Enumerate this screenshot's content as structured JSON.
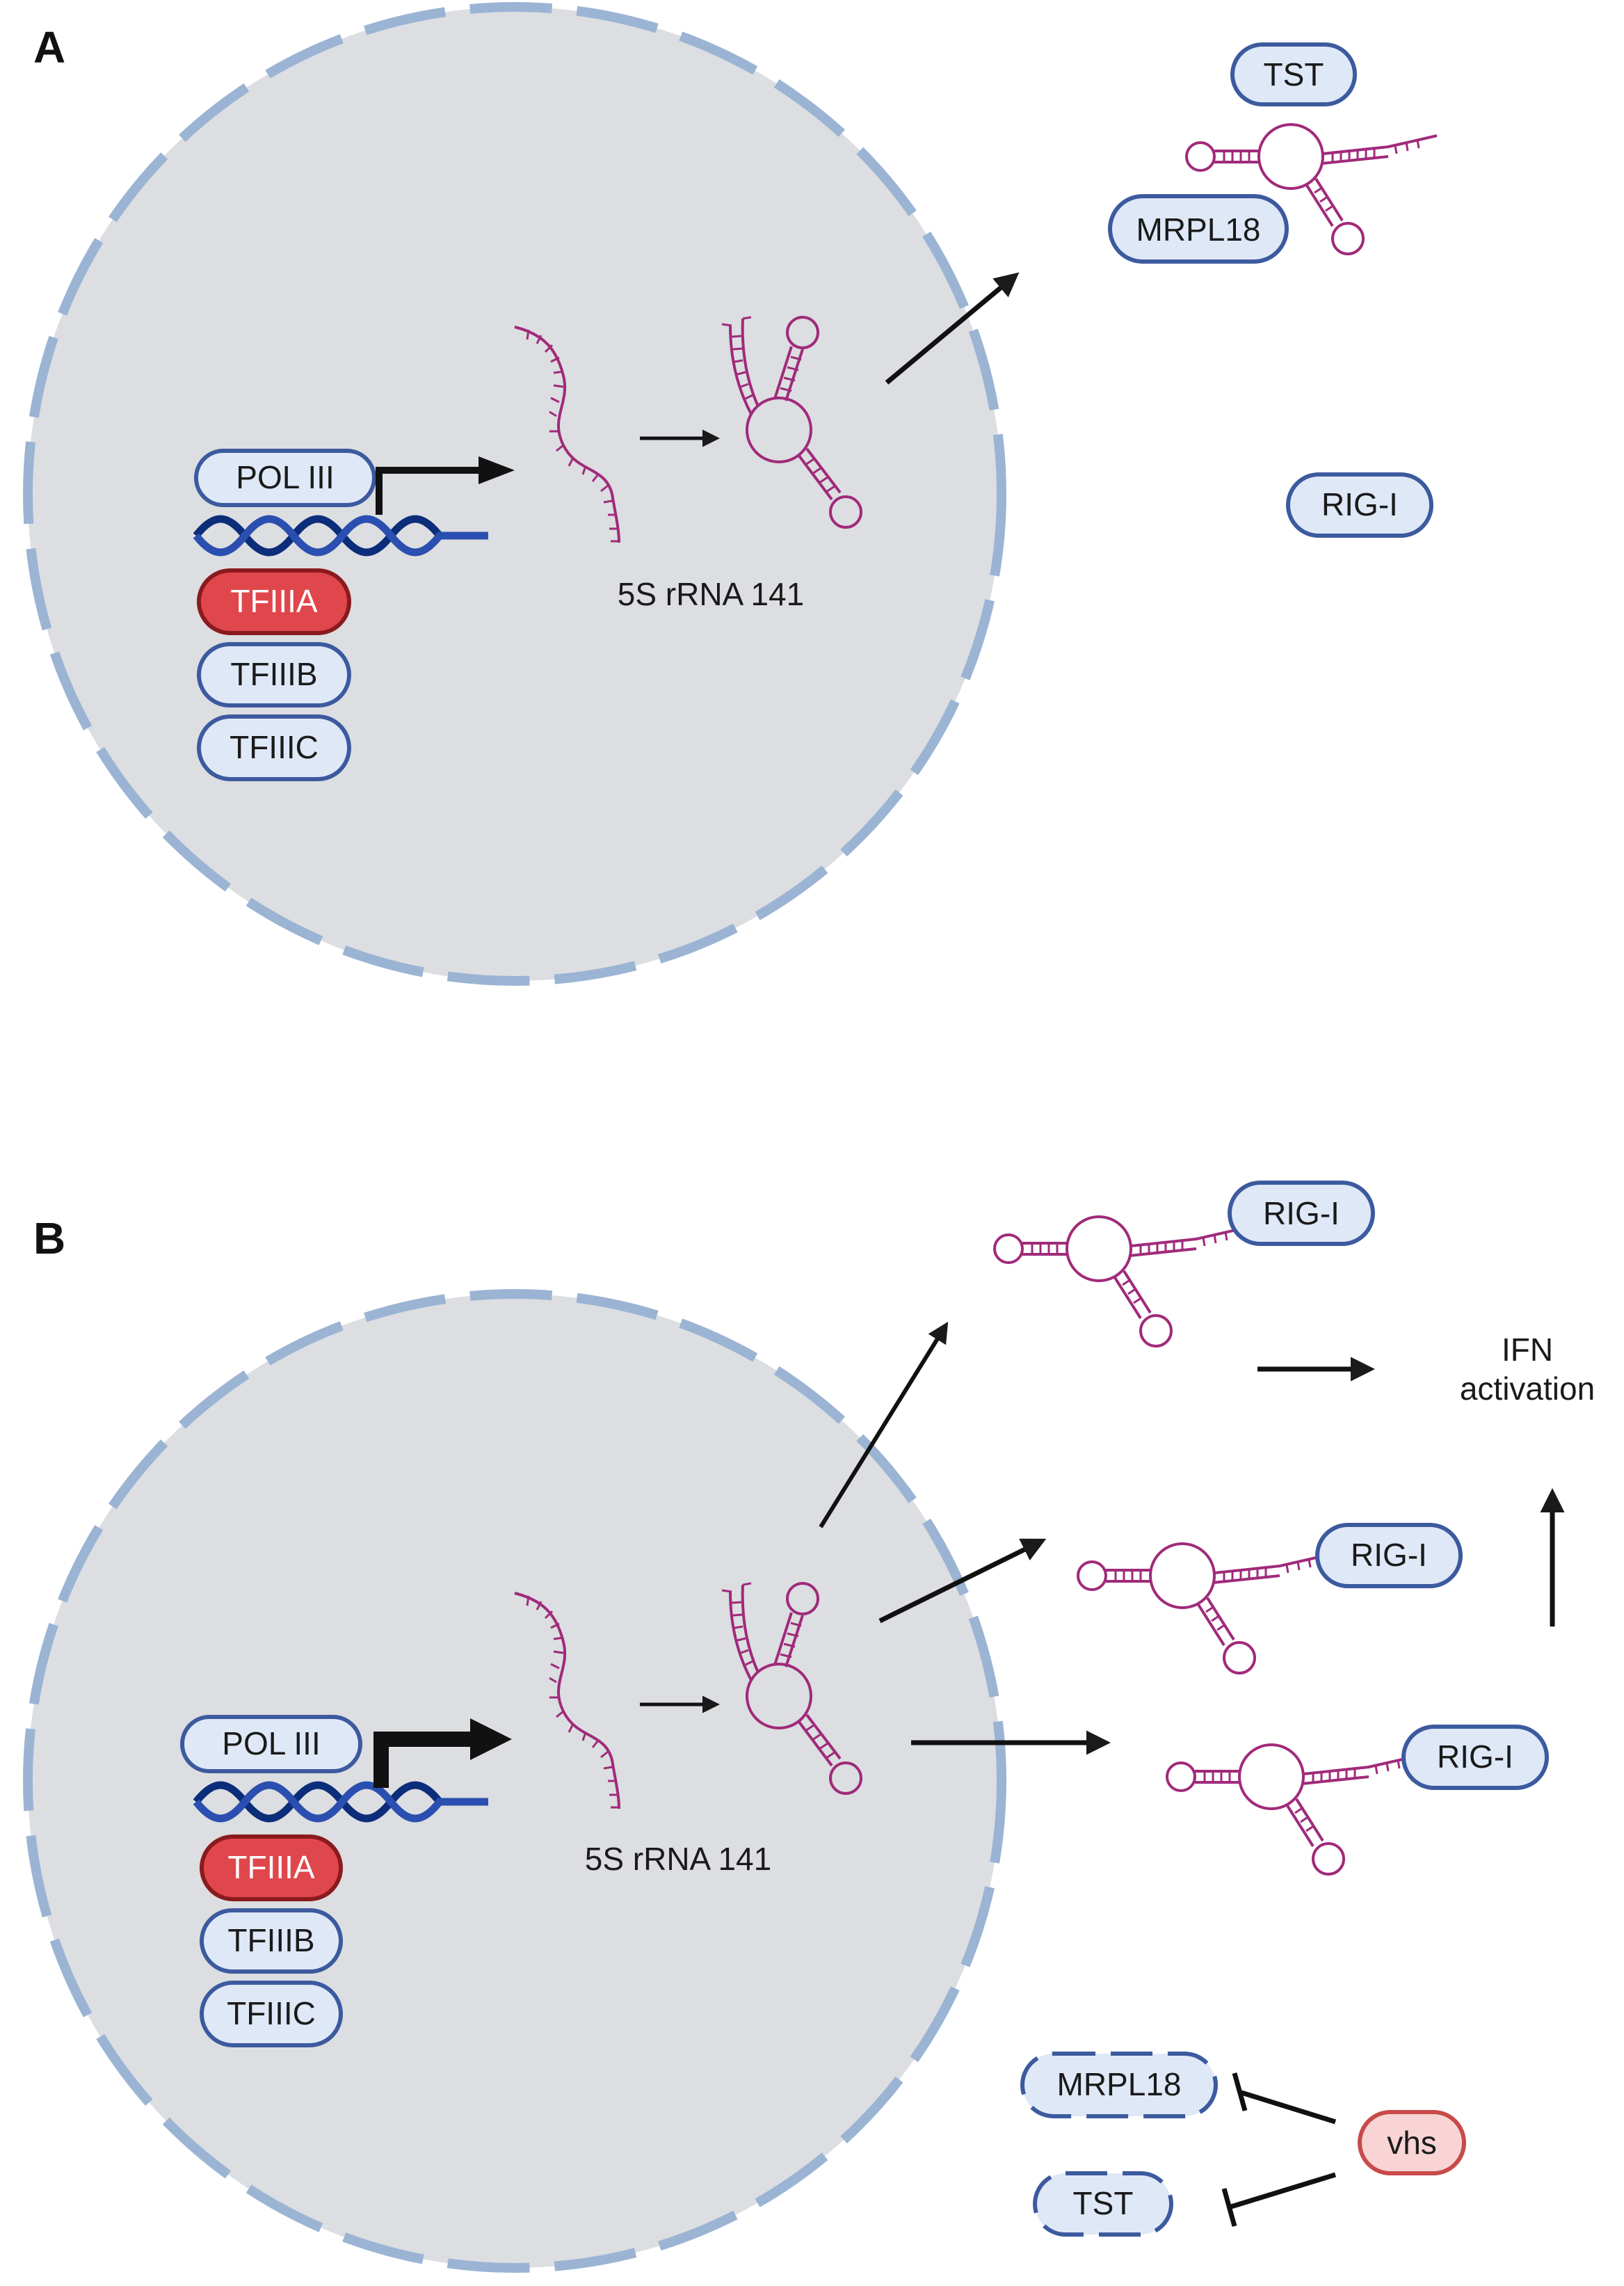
{
  "panels": [
    {
      "letter": "A",
      "pol": "POL III",
      "tfs": [
        "TFIIIA",
        "TFIIIB",
        "TFIIIC"
      ],
      "rna_label": "5S rRNA 141",
      "outside": {
        "tst": "TST",
        "mrpl18": "MRPL18",
        "rigi": "RIG-I"
      }
    },
    {
      "letter": "B",
      "pol": "POL III",
      "tfs": [
        "TFIIIA",
        "TFIIIB",
        "TFIIIC"
      ],
      "rna_label": "5S rRNA 141",
      "rigi": [
        "RIG-I",
        "RIG-I",
        "RIG-I"
      ],
      "ifn": [
        "IFN",
        "activation"
      ],
      "inhibit": {
        "mrpl18": "MRPL18",
        "tst": "TST",
        "vhs": "vhs"
      }
    }
  ],
  "colors": {
    "nucleus_fill": "#dcdee1",
    "envelope": "#9bb4d4",
    "pill_fill": "#dfe8f7",
    "pill_stroke": "#3c5a9e",
    "tfiiia_fill": "#e0474c",
    "tfiiia_stroke": "#8a1a1e",
    "rna": "#a02a7a",
    "dna": "#0c2d7a",
    "vhs_fill": "#f9d4d4",
    "vhs_stroke": "#c84a4a"
  }
}
